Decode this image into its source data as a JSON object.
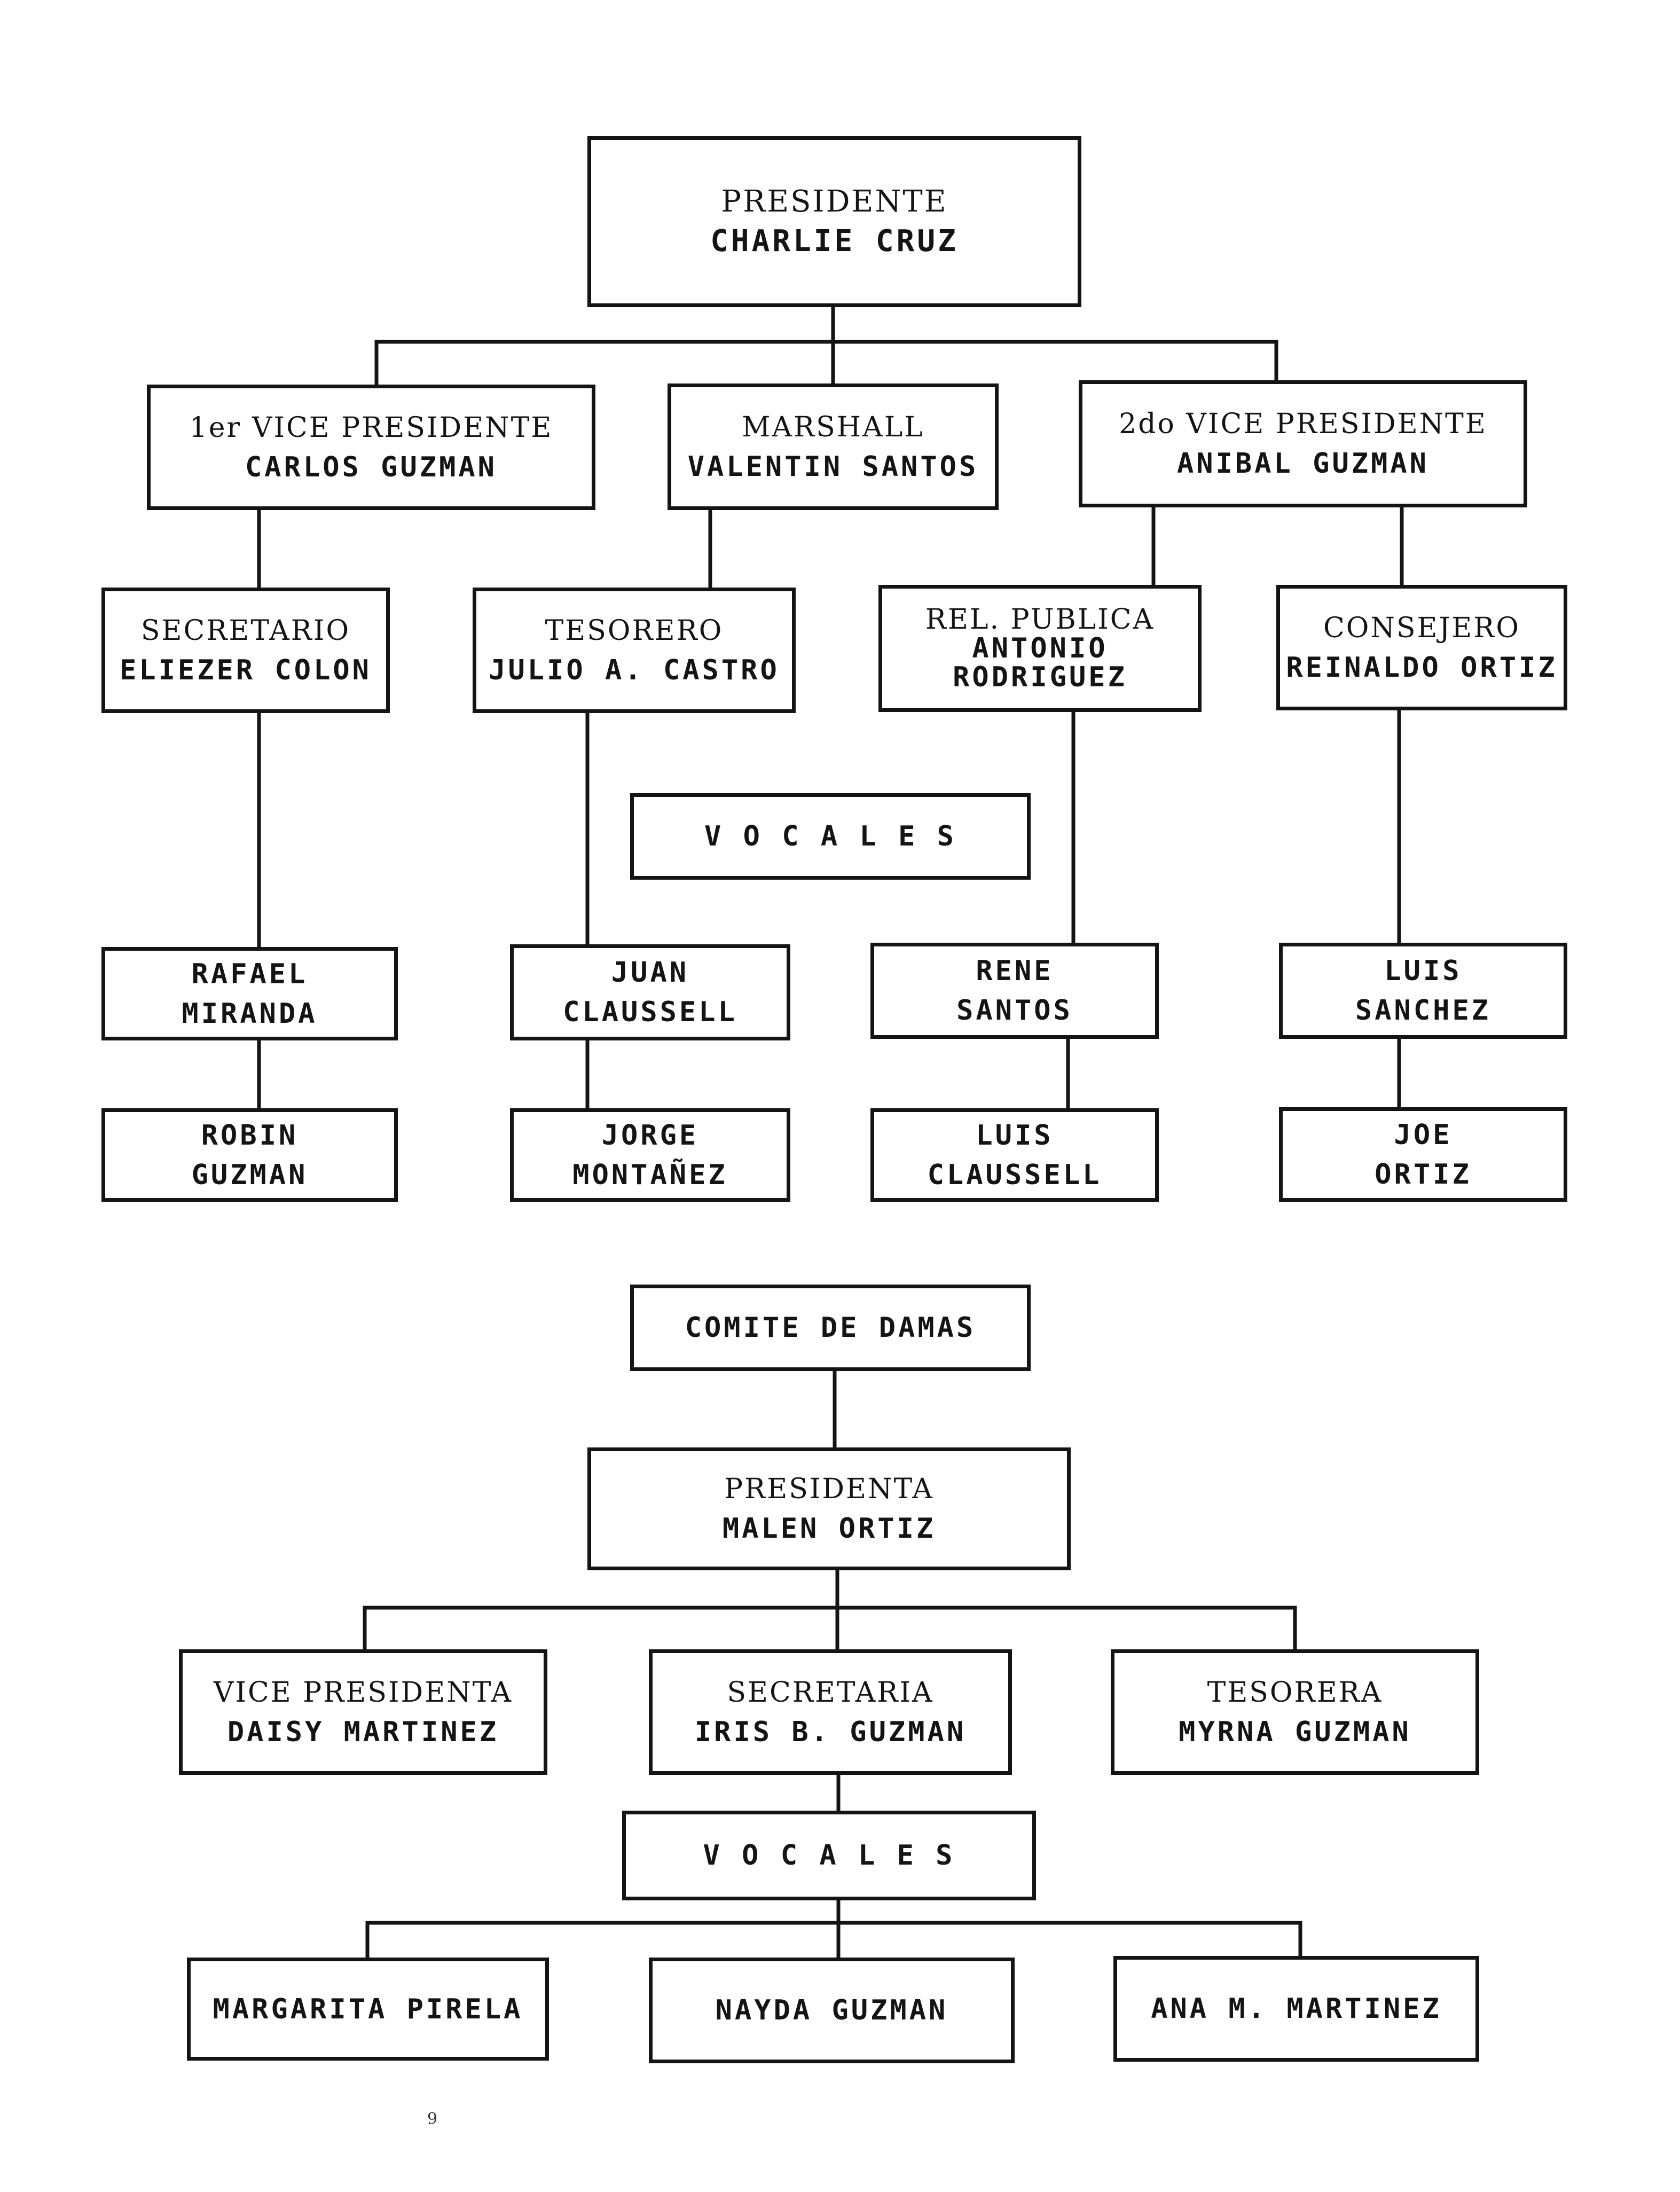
{
  "top_chart": {
    "president": {
      "role": "PRESIDENTE",
      "name": "CHARLIE CRUZ"
    },
    "first_vice_president": {
      "role": "1er VICE PRESIDENTE",
      "name": "CARLOS GUZMAN"
    },
    "marshall": {
      "role": "MARSHALL",
      "name": "VALENTIN SANTOS"
    },
    "second_vice_president": {
      "role": "2do VICE PRESIDENTE",
      "name": "ANIBAL GUZMAN"
    },
    "secretary": {
      "role": "SECRETARIO",
      "name": "ELIEZER COLON"
    },
    "treasurer": {
      "role": "TESORERO",
      "name": "JULIO A. CASTRO"
    },
    "public_relations": {
      "role": "REL. PUBLICA",
      "name": "ANTONIO",
      "name2": "RODRIGUEZ"
    },
    "counselor": {
      "role": "CONSEJERO",
      "name": "REINALDO ORTIZ"
    },
    "vocales_label": "V O C A L E S",
    "vocales": [
      {
        "first": "RAFAEL",
        "last": "MIRANDA"
      },
      {
        "first": "JUAN",
        "last": "CLAUSSELL"
      },
      {
        "first": "RENE",
        "last": "SANTOS"
      },
      {
        "first": "LUIS",
        "last": "SANCHEZ"
      },
      {
        "first": "ROBIN",
        "last": "GUZMAN"
      },
      {
        "first": "JORGE",
        "last": "MONTAÑEZ"
      },
      {
        "first": "LUIS",
        "last": "CLAUSSELL"
      },
      {
        "first": "JOE",
        "last": "ORTIZ"
      }
    ]
  },
  "ladies_committee": {
    "title": "COMITE DE DAMAS",
    "president": {
      "role": "PRESIDENTA",
      "name": "MALEN ORTIZ"
    },
    "vice_president": {
      "role": "VICE PRESIDENTA",
      "name": "DAISY MARTINEZ"
    },
    "secretary": {
      "role": "SECRETARIA",
      "name": "IRIS B. GUZMAN"
    },
    "treasurer": {
      "role": "TESORERA",
      "name": "MYRNA GUZMAN"
    },
    "vocales_label": "V O C A L E S",
    "vocales": [
      "MARGARITA PIRELA",
      "NAYDA GUZMAN",
      "ANA M. MARTINEZ"
    ]
  },
  "page_mark": "9"
}
